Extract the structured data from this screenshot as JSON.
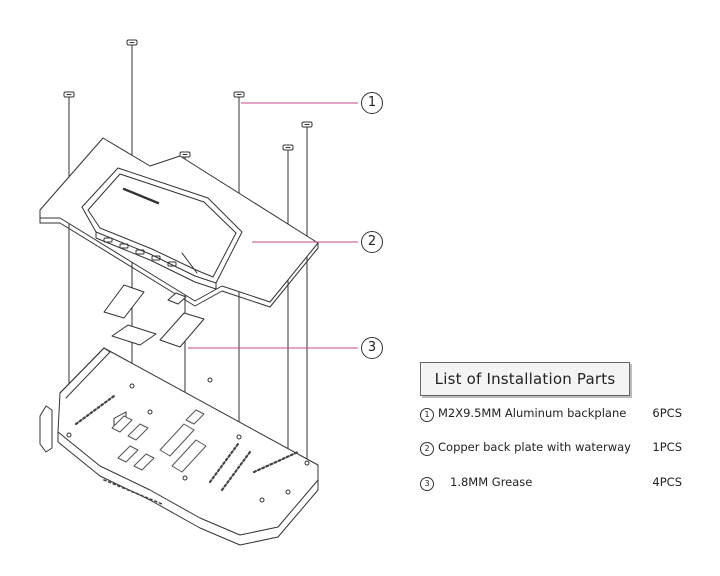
{
  "callouts": [
    {
      "id": "1",
      "label": "1"
    },
    {
      "id": "2",
      "label": "2"
    },
    {
      "id": "3",
      "label": "3"
    }
  ],
  "parts_list": {
    "title": "List of Installation Parts",
    "items": [
      {
        "number": "1",
        "description": "M2X9.5MM Aluminum backplane",
        "quantity": "6PCS"
      },
      {
        "number": "2",
        "description": "Copper back plate with waterway",
        "quantity": "1PCS"
      },
      {
        "number": "3",
        "description": "1.8MM Grease",
        "quantity": "4PCS"
      }
    ]
  },
  "colors": {
    "line": "#333333",
    "leader": "#c4498a",
    "background": "#ffffff"
  }
}
